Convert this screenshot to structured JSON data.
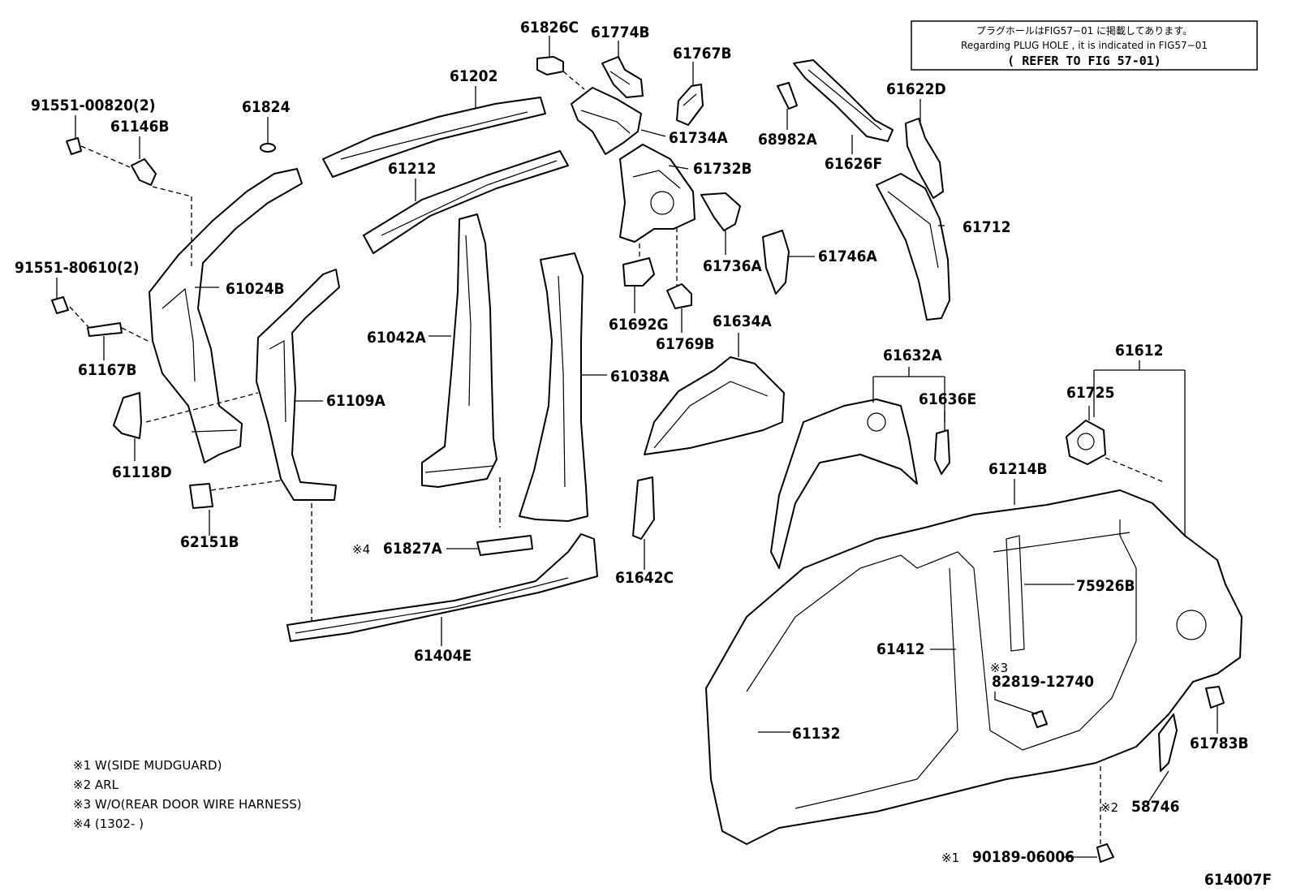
{
  "notice": {
    "line1": "プラグホールはFIG57−01 に掲載してあります。",
    "line2": "Regarding PLUG HOLE , it is indicated in FIG57−01",
    "line3": "( REFER TO FIG 57-01)"
  },
  "labels": {
    "p61826C": "61826C",
    "p61774B": "61774B",
    "p61767B": "61767B",
    "p61202": "61202",
    "p61824": "61824",
    "p91551_00820": "91551-00820(2)",
    "p61146B": "61146B",
    "p61734A": "61734A",
    "p61732B": "61732B",
    "p68982A": "68982A",
    "p61626F": "61626F",
    "p61622D": "61622D",
    "p61212": "61212",
    "p61712": "61712",
    "p91551_80610": "91551-80610(2)",
    "p61024B": "61024B",
    "p61736A": "61736A",
    "p61746A": "61746A",
    "p61692G": "61692G",
    "p61769B": "61769B",
    "p61042A": "61042A",
    "p61167B": "61167B",
    "p61634A": "61634A",
    "p61632A": "61632A",
    "p61612": "61612",
    "p61038A": "61038A",
    "p61109A": "61109A",
    "p61725": "61725",
    "p61636E": "61636E",
    "p61118D": "61118D",
    "p61214B": "61214B",
    "p62151B": "62151B",
    "p61827A": "61827A",
    "p61827A_mark": "※4",
    "p61642C": "61642C",
    "p75926B": "75926B",
    "p61404E": "61404E",
    "p61412": "61412",
    "p82819_mark": "※3",
    "p82819": "82819-12740",
    "p61132": "61132",
    "p61783B": "61783B",
    "p58746": "58746",
    "p58746_mark": "※2",
    "p90189": "90189-06006",
    "p90189_mark": "※1",
    "fig_code": "614007F"
  },
  "legend": [
    "※1 W(SIDE MUDGUARD)",
    "※2 ARL",
    "※3 W/O(REAR DOOR WIRE HARNESS)",
    "※4 (1302-      )"
  ]
}
